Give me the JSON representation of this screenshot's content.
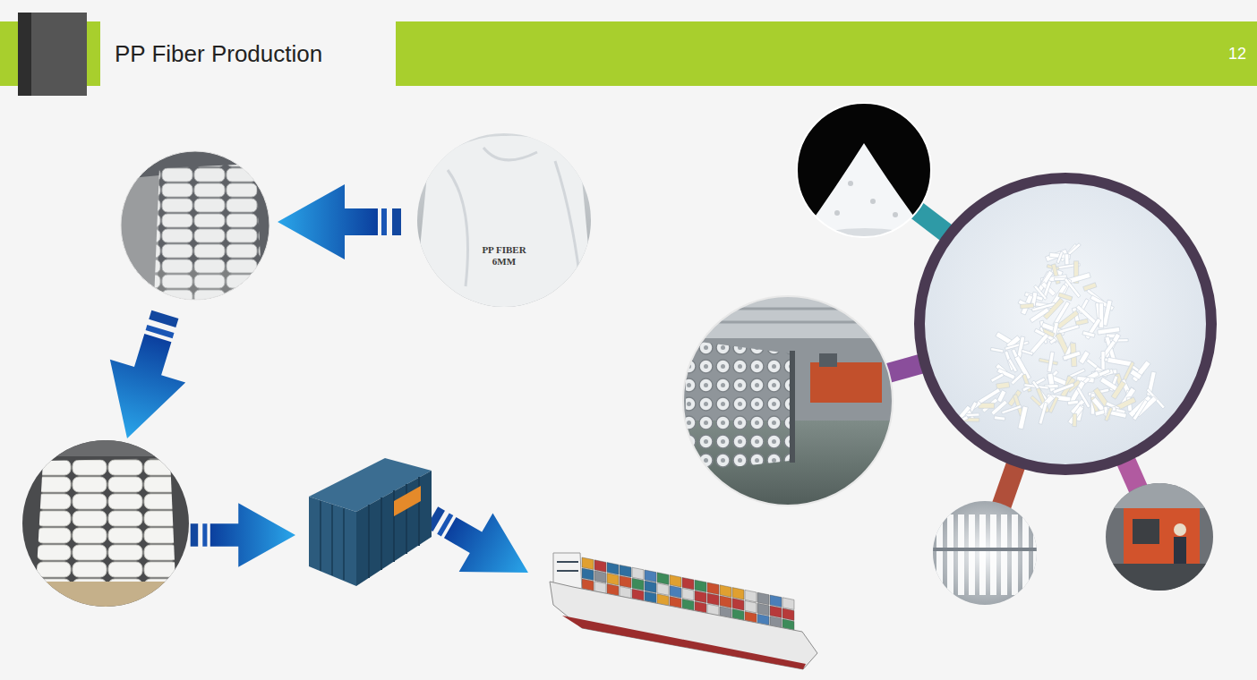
{
  "diagram": {
    "title": "PP Fiber Production",
    "nodes": [
      {
        "text": [
          "PP FIBER 6MM"
        ]
      }
    ],
    "labels": [
      "12"
    ]
  }
}
